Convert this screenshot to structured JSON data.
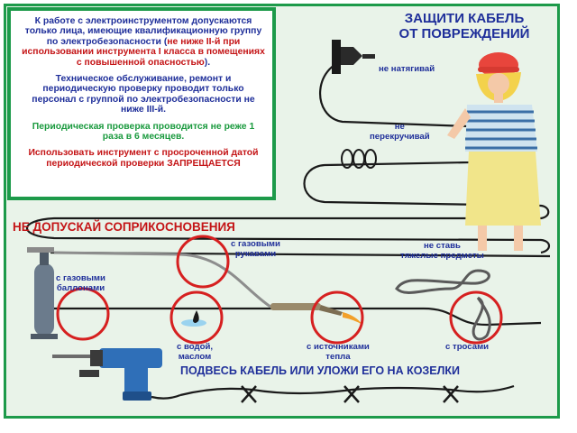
{
  "rules_box": {
    "p1_prefix": "К работе с электроинструментом допускаются только лица, имеющие квалификационную группу по электробезопасности (",
    "p1_red": "не ниже II-й при использовании инструмента I класса в помещениях с повышенной опасностью",
    "p1_suffix": ").",
    "p2": "Техническое обслуживание, ремонт и периодическую проверку проводит только персонал с группой по электробезопасности не ниже III-й.",
    "p3": "Периодическая проверка проводится не реже 1 раза в 6 месяцев.",
    "p4_prefix": "Использовать инструмент с просроченной датой периодической проверки ",
    "p4_emph": "ЗАПРЕЩАЕТСЯ"
  },
  "headings": {
    "protect_cable": "ЗАЩИТИ КАБЕЛЬ\nОТ ПОВРЕЖДЕНИЙ",
    "no_contact": "НЕ ДОПУСКАЙ СОПРИКОСНОВЕНИЯ",
    "suspend_cable": "ПОДВЕСЬ КАБЕЛЬ ИЛИ УЛОЖИ ЕГО НА КОЗЕЛКИ"
  },
  "labels": {
    "no_stretch": "не натягивай",
    "no_twist": "не\nперекручивай",
    "no_heavy": "не ставь\nтяжелые предметы",
    "gas_hoses": "с газовыми\nрукавами",
    "gas_cylinders": "с газовыми\nбаллонами",
    "water_oil": "с водой,\nмаслом",
    "heat_sources": "с источниками\nтепла",
    "cables": "с тросами"
  },
  "colors": {
    "border_green": "#1d9a4a",
    "text_blue": "#1f2f9a",
    "text_red": "#c41416",
    "text_green": "#1a9a3e",
    "cable": "#1a1a1a",
    "warning_circle": "#d62020",
    "drill_blue": "#2f6fb8"
  },
  "icons": [
    "socket-plug-icon",
    "worker-woman-icon",
    "gas-cylinder-icon",
    "oil-drop-icon",
    "gas-torch-icon",
    "steel-rope-icon",
    "electric-drill-icon",
    "cable-support-icon"
  ]
}
